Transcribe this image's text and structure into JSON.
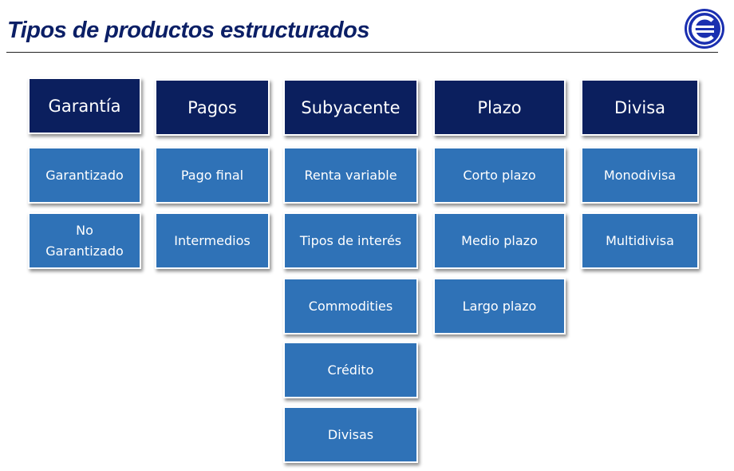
{
  "title": "Tipos de productos estructurados",
  "columns": [
    {
      "header": "Garantía",
      "items": [
        "Garantizado",
        "No Garantizado"
      ]
    },
    {
      "header": "Pagos",
      "items": [
        "Pago final",
        "Intermedios"
      ]
    },
    {
      "header": "Subyacente",
      "items": [
        "Renta variable",
        "Tipos de interés",
        "Commodities",
        "Crédito",
        "Divisas"
      ]
    },
    {
      "header": "Plazo",
      "items": [
        "Corto plazo",
        "Medio plazo",
        "Largo plazo"
      ]
    },
    {
      "header": "Divisa",
      "items": [
        "Monodivisa",
        "Multidivisa"
      ]
    }
  ],
  "colors": {
    "header": "#0b1f5e",
    "cell": "#2f72b7",
    "title": "#0b1f66"
  }
}
